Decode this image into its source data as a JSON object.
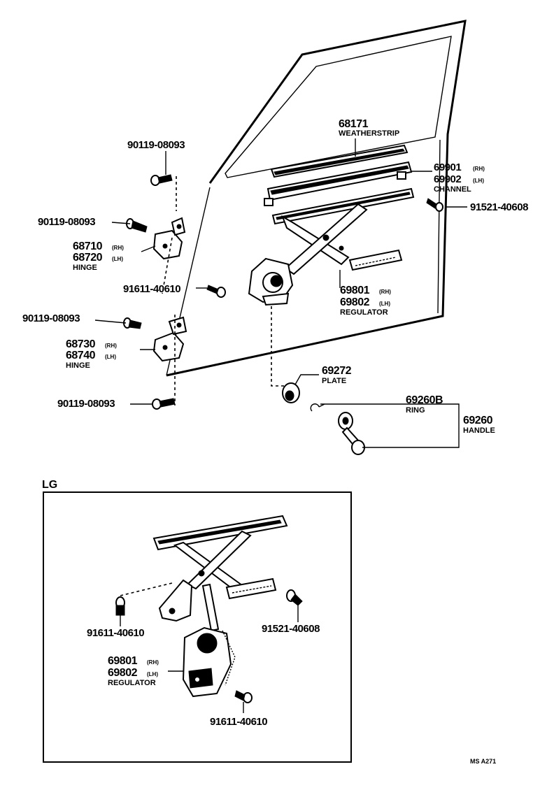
{
  "labels": {
    "weatherstrip_pn": "68171",
    "weatherstrip_name": "WEATHERSTRIP",
    "channel_rh_pn": "69901",
    "channel_lh_pn": "69902",
    "channel_name": "CHANNEL",
    "bolt_top": "90119-08093",
    "bolt_upper_hinge": "90119-08093",
    "bolt_lower_hinge": "90119-08093",
    "bolt_bottom": "90119-08093",
    "hinge_upper_rh_pn": "68710",
    "hinge_upper_lh_pn": "68720",
    "hinge_upper_name": "HINGE",
    "hinge_lower_rh_pn": "68730",
    "hinge_lower_lh_pn": "68740",
    "hinge_lower_name": "HINGE",
    "bolt_regulator": "91611-40610",
    "bolt_channel": "91521-40608",
    "regulator_rh_pn": "69801",
    "regulator_lh_pn": "69802",
    "regulator_name": "REGULATOR",
    "plate_pn": "69272",
    "plate_name": "PLATE",
    "ring_pn": "69260B",
    "ring_name": "RING",
    "handle_pn": "69260",
    "handle_name": "HANDLE",
    "rh": "(RH)",
    "lh": "(LH)"
  },
  "inset": {
    "title": "LG",
    "bolt_left": "91611-40610",
    "bolt_right": "91521-40608",
    "bolt_bottom": "91611-40610",
    "regulator_rh_pn": "69801",
    "regulator_lh_pn": "69802",
    "regulator_name": "REGULATOR"
  },
  "footer_code": "MS A271"
}
